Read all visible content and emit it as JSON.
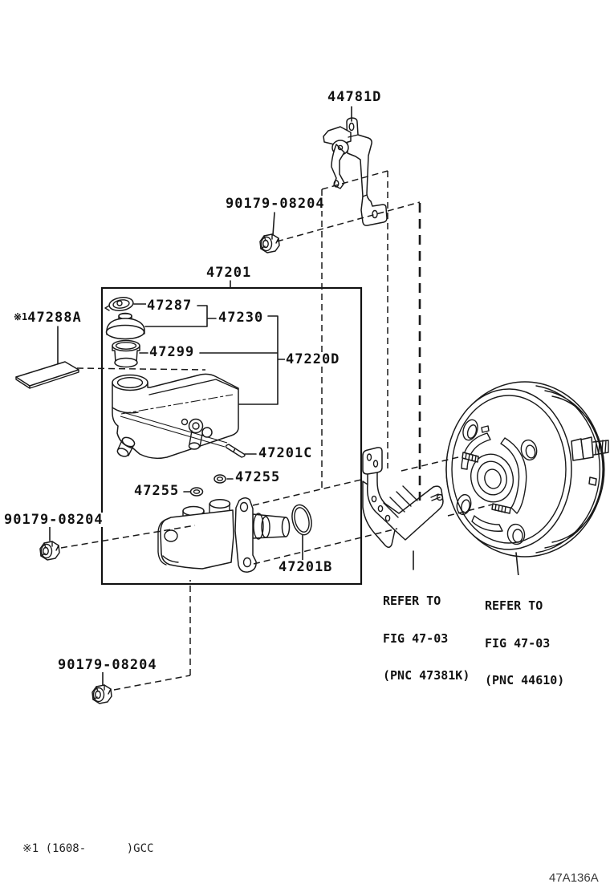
{
  "colors": {
    "ink": "#1a1a1a",
    "background": "#ffffff"
  },
  "labels": {
    "bracket": {
      "text": "44781D"
    },
    "nut_top": {
      "text": "90179-08204"
    },
    "assembly": {
      "text": "47201"
    },
    "cap_gasket": {
      "text": "47287"
    },
    "caution_plate": {
      "prefix": "※1",
      "text": "47288A"
    },
    "filler_cap": {
      "text": "47230"
    },
    "strainer": {
      "text": "47299"
    },
    "reservoir": {
      "text": "47220D"
    },
    "pin": {
      "text": "47201C"
    },
    "grommet_right": {
      "text": "47255"
    },
    "grommet_left": {
      "text": "47255"
    },
    "nut_left": {
      "text": "90179-08204"
    },
    "oring": {
      "text": "47201B"
    },
    "nut_bottom": {
      "text": "90179-08204"
    }
  },
  "notes": {
    "bracket_ref": {
      "lines": [
        "REFER TO",
        "FIG 47-03",
        "(PNC 47381K)"
      ]
    },
    "booster_ref": {
      "lines": [
        "REFER TO",
        "FIG 47-03",
        "(PNC 44610)"
      ]
    }
  },
  "footer": {
    "footnote": "※1 (1608-      )GCC",
    "code": "47A136A"
  }
}
